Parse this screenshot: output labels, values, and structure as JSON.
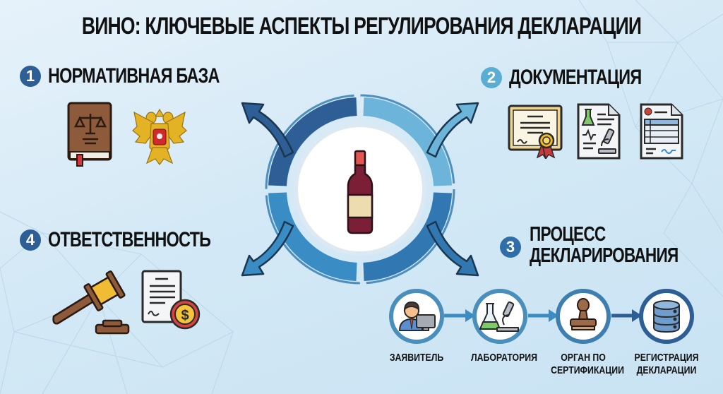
{
  "title": "ВИНО: КЛЮЧЕВЫЕ АСПЕКТЫ РЕГУЛИРОВАНИЯ ДЕКЛАРАЦИИ",
  "colors": {
    "background": "#d4e9f6",
    "dark_blue": "#2d5f96",
    "medium_blue": "#3a8cc5",
    "light_blue": "#6cb4d9",
    "wine": "#7a1f35",
    "label": "#ecdcb0"
  },
  "center": {
    "icon": "wine-bottle-icon"
  },
  "sections": [
    {
      "number": "1",
      "label": "НОРМАТИВНАЯ БАЗА",
      "badge_color": "#2d5f96",
      "icons": [
        "law-book-icon",
        "russian-coat-of-arms-icon"
      ]
    },
    {
      "number": "2",
      "label": "ДОКУМЕНТАЦИЯ",
      "badge_color": "#5aaed4",
      "icons": [
        "certificate-icon",
        "lab-report-icon",
        "form-document-icon"
      ]
    },
    {
      "number": "3",
      "label_line1": "ПРОЦЕСС",
      "label_line2": "ДЕКЛАРИРОВАНИЯ",
      "badge_color": "#2f6ea8",
      "icons": []
    },
    {
      "number": "4",
      "label": "ОТВЕТСТВЕННОСТЬ",
      "badge_color": "#2d5f96",
      "icons": [
        "gavel-icon",
        "fine-document-icon"
      ]
    }
  ],
  "process_flow": [
    {
      "label_line1": "ЗАЯВИТЕЛЬ",
      "label_line2": "",
      "icon": "applicant-icon"
    },
    {
      "label_line1": "ЛАБОРАТОРИЯ",
      "label_line2": "",
      "icon": "laboratory-icon"
    },
    {
      "label_line1": "ОРГАН ПО",
      "label_line2": "СЕРТИФИКАЦИИ",
      "icon": "stamp-icon"
    },
    {
      "label_line1": "РЕГИСТРАЦИЯ",
      "label_line2": "ДЕКЛАРАЦИИ",
      "icon": "database-icon"
    }
  ]
}
